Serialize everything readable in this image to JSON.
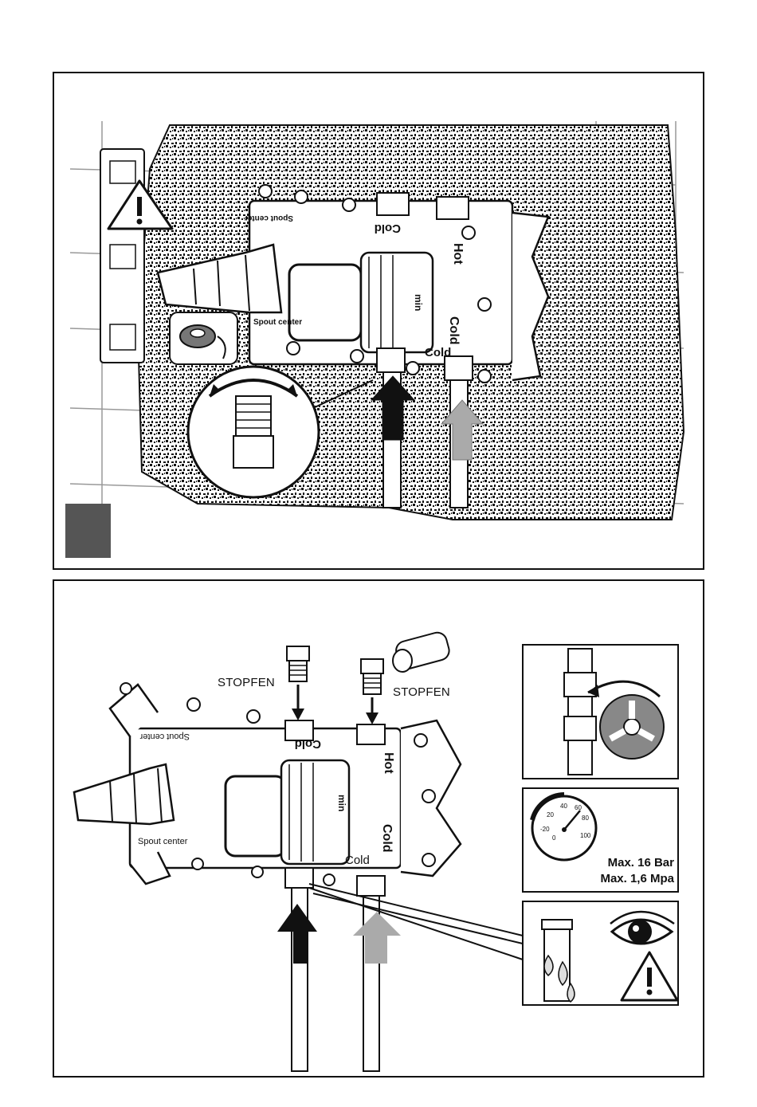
{
  "top_panel": {
    "labels": {
      "cold_top": "Cold",
      "hot": "Hot",
      "cold_bottom": "Cold",
      "spout_center": "Spout center",
      "min": "min"
    }
  },
  "bottom_panel": {
    "labels": {
      "stopfen_left": "STOPFEN",
      "stopfen_right": "STOPFEN",
      "cold_top": "Cold",
      "hot": "Hot",
      "cold_bottom": "Cold",
      "spout_center_top": "Spout center",
      "spout_center_bottom": "Spout center",
      "min": "min"
    },
    "gauge": {
      "max_bar": "Max. 16 Bar",
      "max_mpa": "Max. 1,6 Mpa"
    }
  },
  "icons": [
    "warning-icon",
    "eye-icon",
    "pressure-gauge-icon",
    "valve-icon",
    "thread-tape-icon",
    "spirit-level-icon",
    "water-drop-icon",
    "hot-inlet-arrow-icon",
    "cold-inlet-arrow-icon"
  ],
  "colors": {
    "hot_arrow": "#111111",
    "cold_arrow": "#aaaaaa",
    "step_marker": "#555555"
  }
}
